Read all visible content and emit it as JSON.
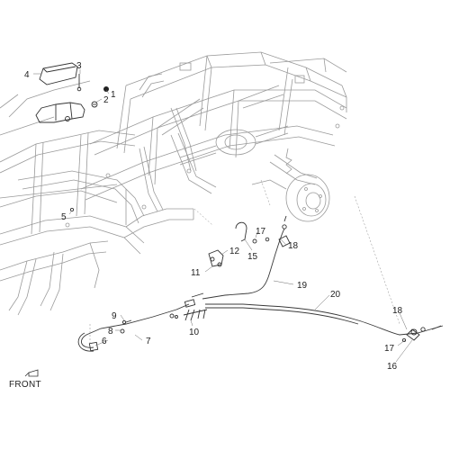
{
  "diagram": {
    "orientation_label": "FRONT",
    "callouts": [
      {
        "id": "c1",
        "text": "1"
      },
      {
        "id": "c2",
        "text": "2"
      },
      {
        "id": "c3",
        "text": "3"
      },
      {
        "id": "c4",
        "text": "4"
      },
      {
        "id": "c5",
        "text": "5"
      },
      {
        "id": "c6",
        "text": "6"
      },
      {
        "id": "c7",
        "text": "7"
      },
      {
        "id": "c8",
        "text": "8"
      },
      {
        "id": "c9",
        "text": "9"
      },
      {
        "id": "c10",
        "text": "10"
      },
      {
        "id": "c11",
        "text": "11"
      },
      {
        "id": "c12",
        "text": "12"
      },
      {
        "id": "c15",
        "text": "15"
      },
      {
        "id": "c16",
        "text": "16"
      },
      {
        "id": "c17a",
        "text": "17"
      },
      {
        "id": "c17b",
        "text": "17"
      },
      {
        "id": "c18a",
        "text": "18"
      },
      {
        "id": "c18b",
        "text": "18"
      },
      {
        "id": "c19",
        "text": "19"
      },
      {
        "id": "c20",
        "text": "20"
      }
    ]
  }
}
